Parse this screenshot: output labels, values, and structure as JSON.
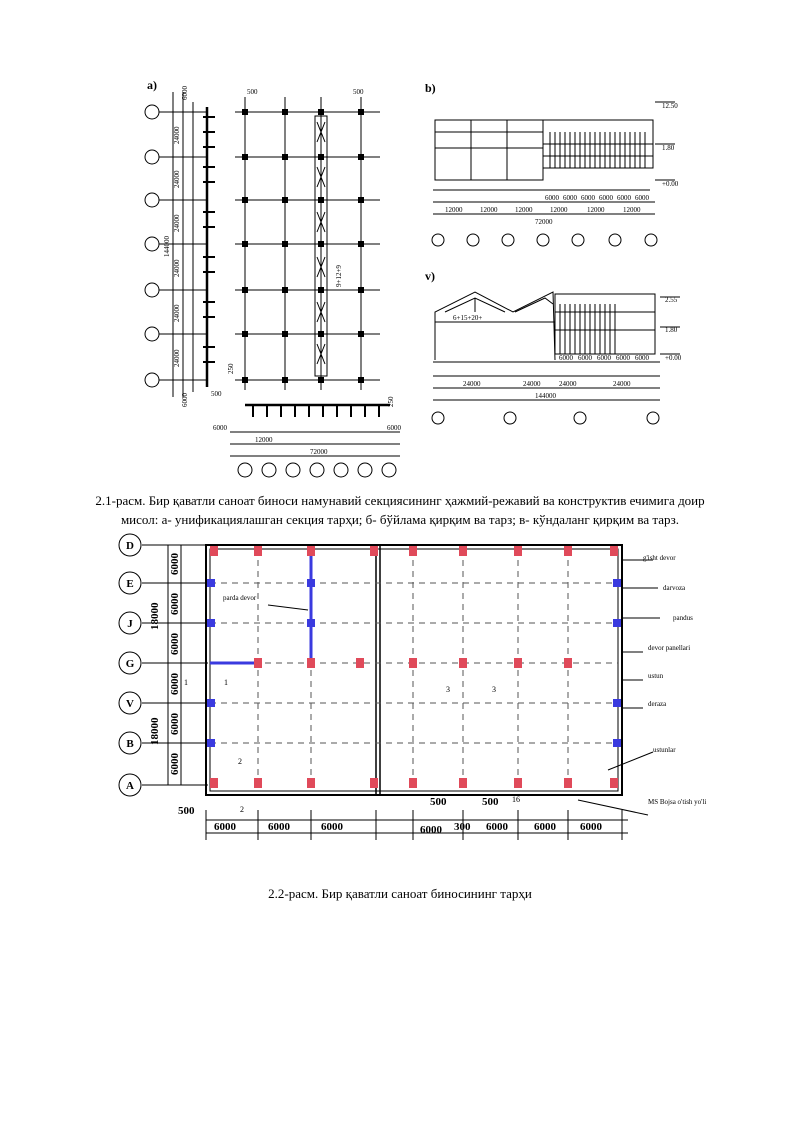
{
  "figure1": {
    "panel_labels": [
      "a)",
      "b)",
      "v)"
    ],
    "plan_dims": {
      "top_left": "500",
      "top_right": "500",
      "first_bay": "6000",
      "left_bays": [
        "24000",
        "24000",
        "24000",
        "24000",
        "24000",
        "24000"
      ],
      "total": "144000",
      "last_bay": "6000",
      "corner": "500",
      "corner2": "250",
      "rotated_mid": "9+12+9"
    },
    "bottom_dims": {
      "left": "6000",
      "span": "12000",
      "total": "72000",
      "right": "6000",
      "top_right": "250"
    },
    "b_section": {
      "levels": [
        "12.50",
        "1.80",
        "+0.00"
      ],
      "top_dims": [
        "6000",
        "6000",
        "6000",
        "6000",
        "6000",
        "6000"
      ],
      "bottom_dims": [
        "12000",
        "12000",
        "12000",
        "12000",
        "12000",
        "12000"
      ],
      "total": "72000"
    },
    "v_section": {
      "levels": [
        "2.55",
        "1.80",
        "+0.00"
      ],
      "label": "6+15+20+",
      "dims": [
        "24000",
        "24000",
        "24000",
        "24000"
      ],
      "small_dims": [
        "6000",
        "6000",
        "6000",
        "6000",
        "6000"
      ],
      "total": "144000"
    }
  },
  "caption1": {
    "line1": "2.1-расм. Бир қаватли саноат биноси намунавий секциясининг ҳажмий-режавий ва конструктив ечимига доир",
    "line2": "мисол: а- унификациялашган секция тарҳи; б- бўйлама қирқим ва тарз; в- кўндаланг қирқим ва тарз."
  },
  "figure2": {
    "row_axes": [
      "D",
      "E",
      "J",
      "G",
      "V",
      "B",
      "A"
    ],
    "left_dims": [
      "6000",
      "6000",
      "6000",
      "6000",
      "6000",
      "6000"
    ],
    "left_totals": [
      "18000",
      "18000"
    ],
    "bottom_dims": [
      "6000",
      "6000",
      "6000",
      "6000",
      "300",
      "6000",
      "6000",
      "6000"
    ],
    "extra_dims": [
      "500",
      "500",
      "500"
    ],
    "section_marks": [
      "1",
      "1",
      "2",
      "2",
      "3",
      "3"
    ],
    "small_label": "16",
    "annotations": [
      "g'isht devor",
      "darvoza",
      "pandus",
      "devor panellari",
      "ustun",
      "deraza",
      "ustunlar",
      "MS Bojsa o'tish yo'li",
      "parda devor"
    ]
  },
  "caption2": "2.2-расм. Бир қаватли саноат биносининг тарҳи"
}
